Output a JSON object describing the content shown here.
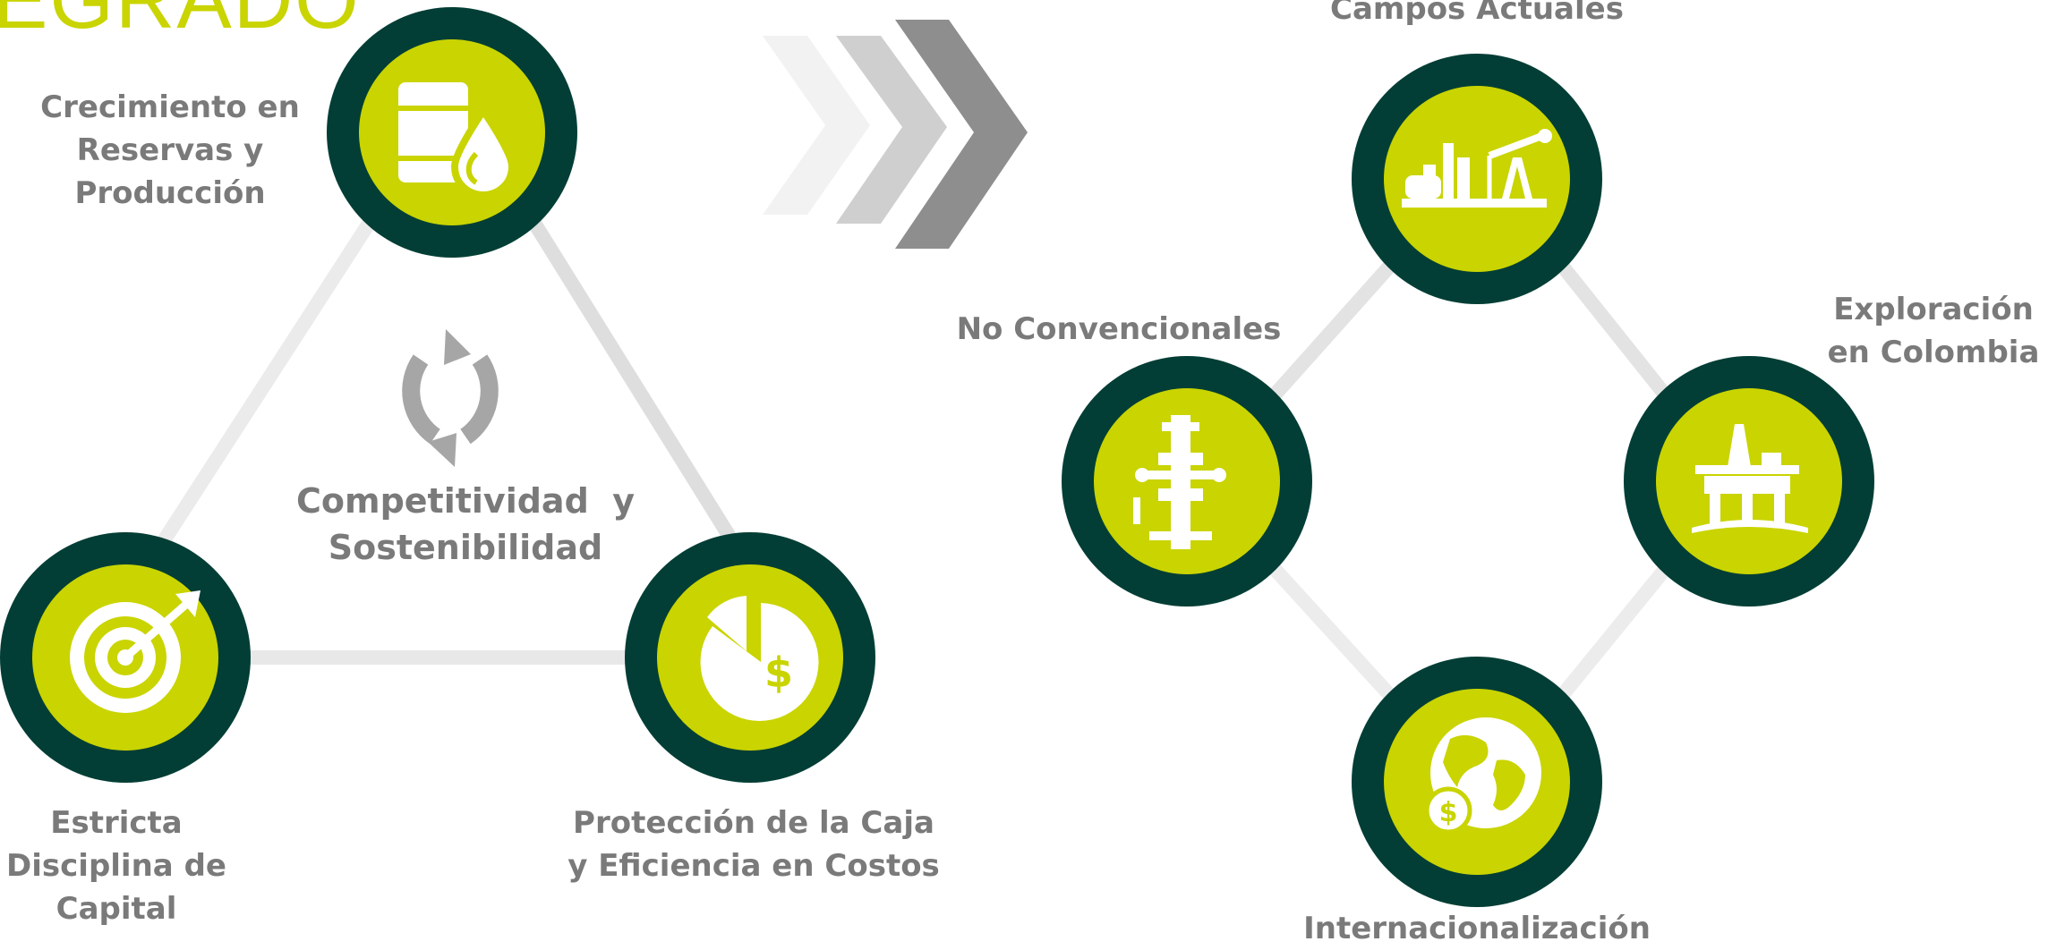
{
  "heading_fragment": "EGRADO",
  "colors": {
    "ring": "#023e35",
    "inner": "#c9d400",
    "connector": "#e6e6e6",
    "label": "#7a7a7a",
    "arrow_dark": "#8c8c8c",
    "arrow_mid": "#c8c8c8",
    "arrow_light": "#f0f0f0"
  },
  "triangle": {
    "center_label": [
      "Competitividad  y",
      "Sostenibilidad"
    ],
    "nodes": [
      {
        "id": "top",
        "icon": "oil-barrel-drop-icon",
        "label": [
          "Crecimiento en",
          "Reservas y",
          "Producción"
        ]
      },
      {
        "id": "bottom-left",
        "icon": "target-arrow-icon",
        "label": [
          "Estricta",
          "Disciplina de",
          "Capital"
        ]
      },
      {
        "id": "bottom-right",
        "icon": "pie-chart-dollar-icon",
        "label": [
          "Protección de la Caja",
          "y Eficiencia en Costos"
        ]
      }
    ]
  },
  "diamond": {
    "nodes": [
      {
        "id": "top",
        "icon": "refinery-pumpjack-icon",
        "label": [
          "Campos Actuales"
        ]
      },
      {
        "id": "left",
        "icon": "wellhead-icon",
        "label": [
          "No Convencionales"
        ]
      },
      {
        "id": "right",
        "icon": "offshore-platform-icon",
        "label": [
          "Exploración",
          "en Colombia"
        ]
      },
      {
        "id": "bottom",
        "icon": "globe-dollar-icon",
        "label": [
          "Internacionalización"
        ]
      }
    ]
  }
}
